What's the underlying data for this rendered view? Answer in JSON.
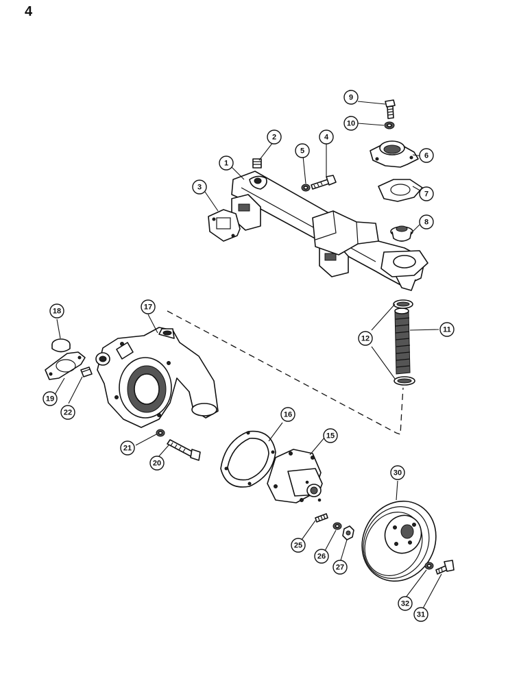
{
  "page": {
    "number": "4"
  },
  "callouts": [
    {
      "id": "1",
      "label": "1"
    },
    {
      "id": "2",
      "label": "2"
    },
    {
      "id": "3",
      "label": "3"
    },
    {
      "id": "4",
      "label": "4"
    },
    {
      "id": "5",
      "label": "5"
    },
    {
      "id": "6",
      "label": "6"
    },
    {
      "id": "7",
      "label": "7"
    },
    {
      "id": "8",
      "label": "8"
    },
    {
      "id": "9",
      "label": "9"
    },
    {
      "id": "10",
      "label": "10"
    },
    {
      "id": "11",
      "label": "11"
    },
    {
      "id": "12",
      "label": "12"
    },
    {
      "id": "15",
      "label": "15"
    },
    {
      "id": "16",
      "label": "16"
    },
    {
      "id": "17",
      "label": "17"
    },
    {
      "id": "18",
      "label": "18"
    },
    {
      "id": "19",
      "label": "19"
    },
    {
      "id": "20",
      "label": "20"
    },
    {
      "id": "21",
      "label": "21"
    },
    {
      "id": "22",
      "label": "22"
    },
    {
      "id": "25",
      "label": "25"
    },
    {
      "id": "26",
      "label": "26"
    },
    {
      "id": "27",
      "label": "27"
    },
    {
      "id": "30",
      "label": "30"
    },
    {
      "id": "31",
      "label": "31"
    },
    {
      "id": "32",
      "label": "32"
    }
  ]
}
